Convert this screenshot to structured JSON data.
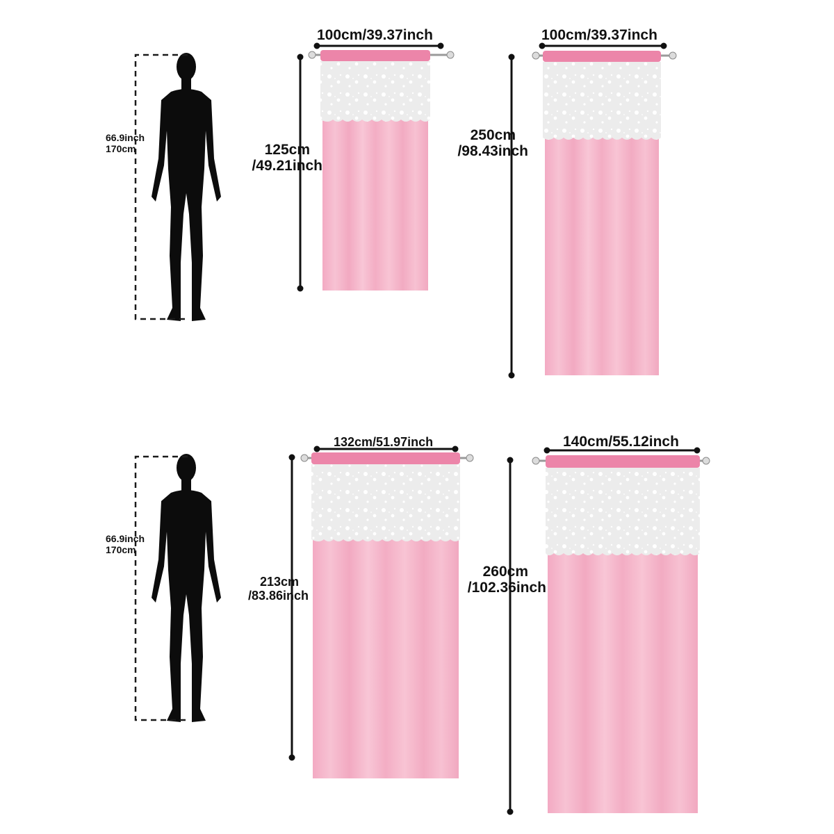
{
  "colors": {
    "curtain": "#f5b8cc",
    "curtain_fold": "#f0a6bf",
    "header": "#ec85a9",
    "valance": "#efefef",
    "lace": "#ffffff",
    "silhouette": "#0c0c0c",
    "rod": "#9a9a9a"
  },
  "icons": {
    "person": "human-silhouette-icon",
    "rod": "curtain-rod-icon"
  },
  "person_1": {
    "height_in": "66.9inch",
    "height_cm": "170cm"
  },
  "person_2": {
    "height_in": "66.9inch",
    "height_cm": "170cm"
  },
  "curtain_1": {
    "width": "100cm/39.37inch",
    "height_cm": "125cm",
    "height_in": "/49.21inch"
  },
  "curtain_2": {
    "width": "100cm/39.37inch",
    "height_cm": "250cm",
    "height_in": "/98.43inch"
  },
  "curtain_3": {
    "width": "132cm/51.97inch",
    "height_cm": "213cm",
    "height_in": "/83.86inch"
  },
  "curtain_4": {
    "width": "140cm/55.12inch",
    "height_cm": "260cm",
    "height_in": "/102.36inch"
  }
}
